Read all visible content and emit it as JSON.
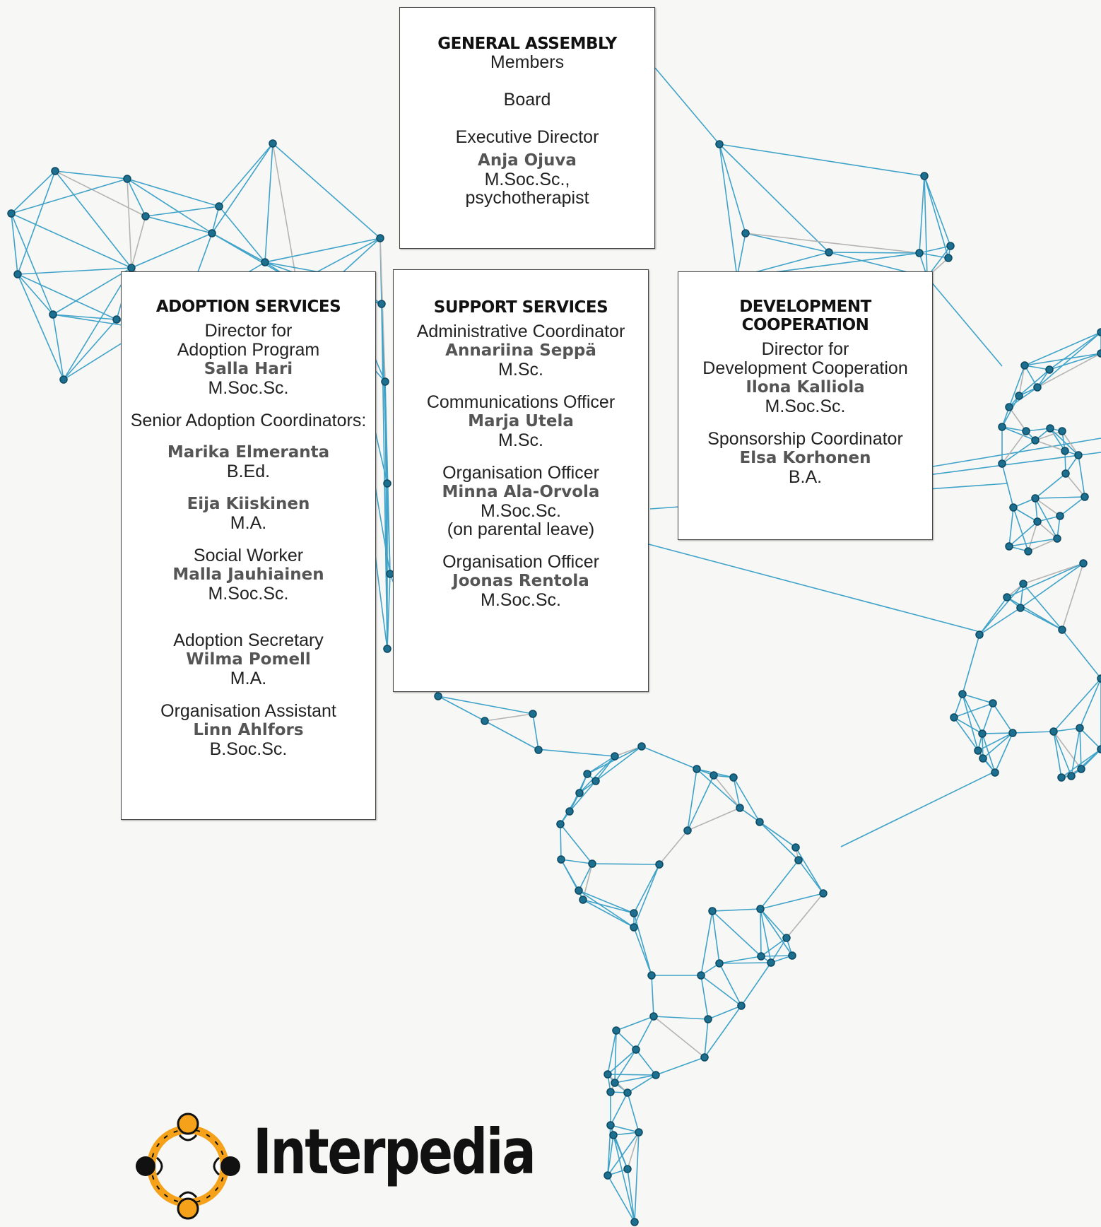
{
  "colors": {
    "network_line": "#3fa3c9",
    "network_line_grey": "#b4b4b4",
    "node_fill": "#1d6f8f",
    "logo_orange": "#f5a21a",
    "logo_dark": "#111111"
  },
  "general_assembly": {
    "heading": "GENERAL ASSEMBLY",
    "members": "Members",
    "board": "Board",
    "role": "Executive Director",
    "name": "Anja Ojuva",
    "degree_1": "M.Soc.Sc.,",
    "degree_2": "psychotherapist"
  },
  "adoption_services": {
    "heading": "ADOPTION SERVICES",
    "director_role_1": "Director for",
    "director_role_2": "Adoption Program",
    "director_name": "Salla Hari",
    "director_degree": "M.Soc.Sc.",
    "senior_heading": "Senior Adoption Coordinators:",
    "coord_1_name": "Marika Elmeranta",
    "coord_1_degree": "B.Ed.",
    "coord_2_name": "Eija Kiiskinen",
    "coord_2_degree": "M.A.",
    "social_role": "Social Worker",
    "social_name": "Malla Jauhiainen",
    "social_degree": "M.Soc.Sc.",
    "secretary_role": "Adoption Secretary",
    "secretary_name": "Wilma Pomell",
    "secretary_degree": "M.A.",
    "assistant_role": "Organisation Assistant",
    "assistant_name": "Linn Ahlfors",
    "assistant_degree": "B.Soc.Sc."
  },
  "support_services": {
    "heading": "SUPPORT SERVICES",
    "admin_role": "Administrative Coordinator",
    "admin_name": "Annariina Seppä",
    "admin_degree": "M.Sc.",
    "comms_role": "Communications Officer",
    "comms_name": "Marja Utela",
    "comms_degree": "M.Sc.",
    "org1_role": "Organisation Officer",
    "org1_name": "Minna Ala-Orvola",
    "org1_degree": "M.Soc.Sc.",
    "org1_note": "(on parental leave)",
    "org2_role": "Organisation Officer",
    "org2_name": "Joonas Rentola",
    "org2_degree": "M.Soc.Sc."
  },
  "development_cooperation": {
    "heading": "DEVELOPMENT COOPERATION",
    "director_role_1": "Director for",
    "director_role_2": "Development Cooperation",
    "director_name": "Ilona Kalliola",
    "director_degree": "M.Soc.Sc.",
    "sponsor_role": "Sponsorship Coordinator",
    "sponsor_name": "Elsa Korhonen",
    "sponsor_degree": "B.A."
  },
  "logo": {
    "text": "Interpedia"
  }
}
